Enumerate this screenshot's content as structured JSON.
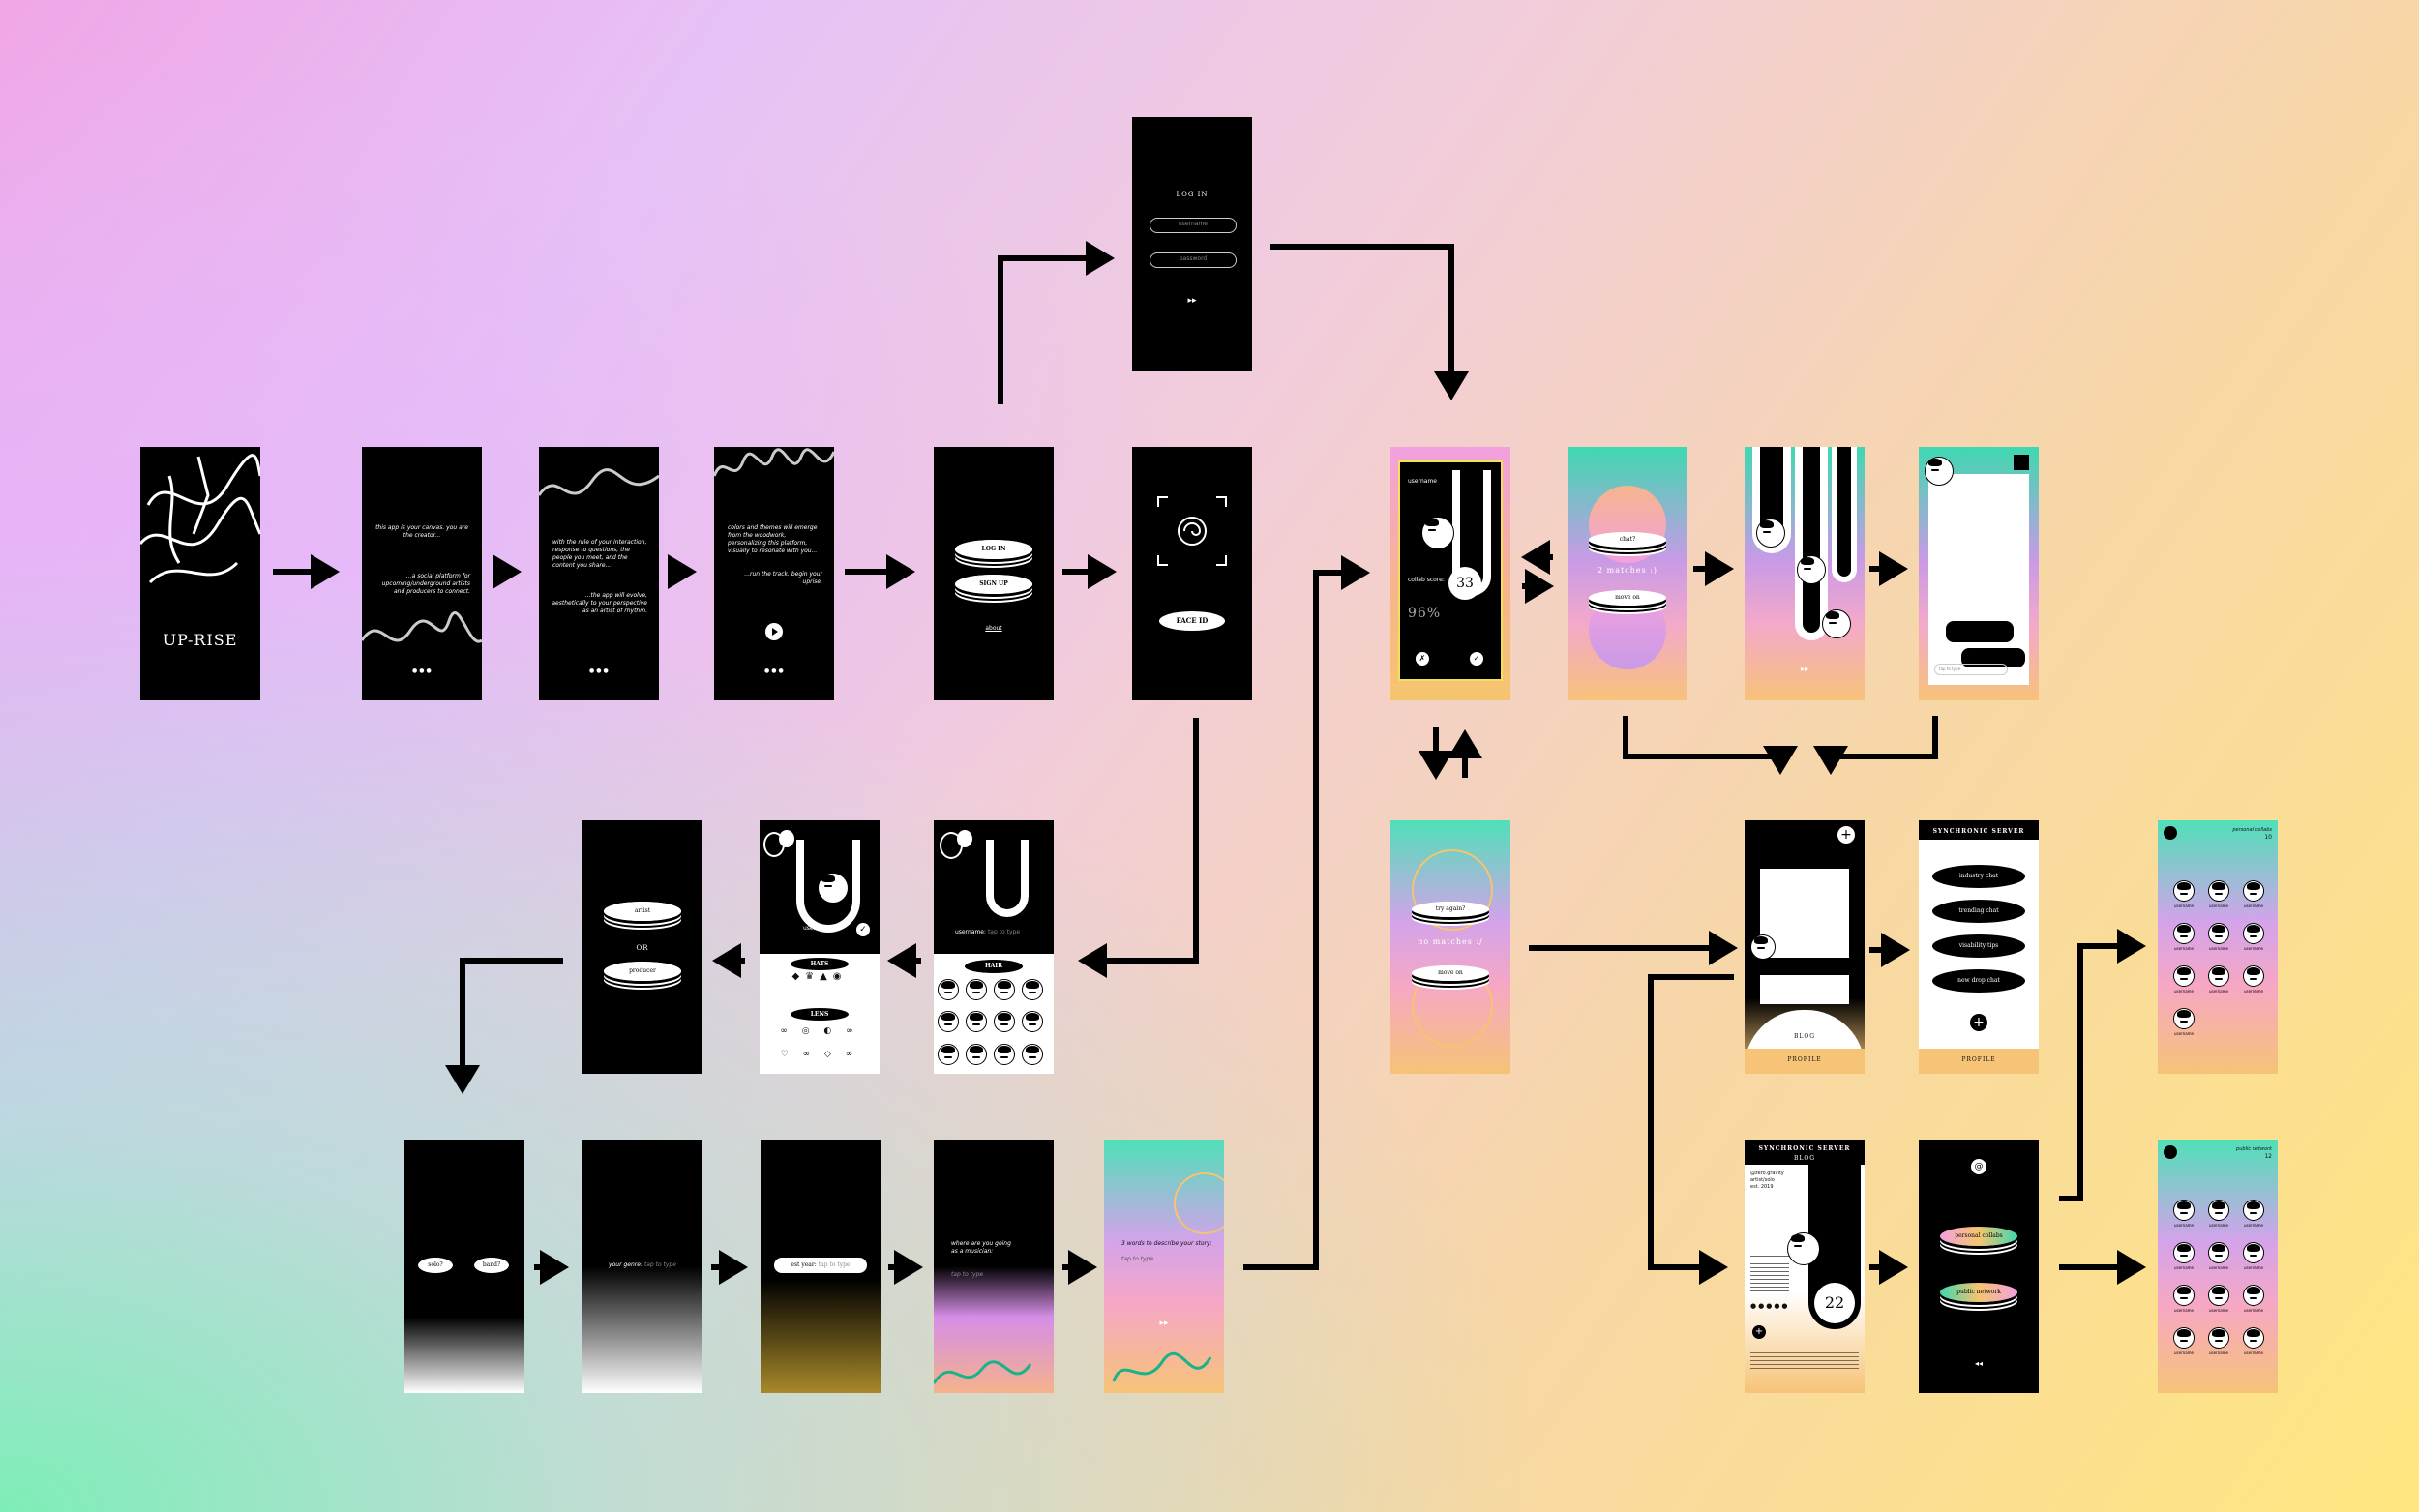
{
  "onboarding": {
    "splash_title": "UP-RISE",
    "intro1_top": "this app is your canvas. you are the creator...",
    "intro1_bottom": "...a social platform for upcoming/underground artists and producers to connect.",
    "intro2_top": "with the rule of your interaction, response to questions, the people you meet, and the content you share...",
    "intro2_bottom": "...the app will evolve, aesthetically to your perspective as an artist of rhythm.",
    "intro3_top": "colors and themes will emerge from the woodwork, personalizing this platform, visually to resonate with you...",
    "intro3_bottom": "...run the track. begin your uprise."
  },
  "auth": {
    "login_btn": "LOG IN",
    "signup_btn": "SIGN UP",
    "about_link": "about",
    "login_title": "LOG IN",
    "username_placeholder": "username",
    "password_placeholder": "password",
    "face_id_btn": "FACE ID"
  },
  "avatar": {
    "username_label": "username",
    "username_prompt": "username:",
    "tap_to_type": "tap to type",
    "hats_label": "HATS",
    "lens_label": "LENS",
    "hair_label": "HAIR"
  },
  "role": {
    "artist": "artist",
    "or": "OR",
    "producer": "producer"
  },
  "questions": {
    "solo": "solo?",
    "band": "band?",
    "genre": "your genre:",
    "tap_to_type": "tap to type",
    "est_year": "est year:",
    "musician_q": "where are you going as a musician:",
    "three_words": "3 words to describe your story:"
  },
  "match": {
    "username": "username",
    "collab_score_label": "collab score:",
    "score": "96%",
    "number": "33",
    "chat": "chat?",
    "matches": "2 matches :)",
    "move_on": "move on",
    "try_again": "try again?",
    "no_matches": "no matches :/"
  },
  "tap_to_type": "tap to type",
  "synchronic": {
    "title": "SYNCHRONIC SERVER",
    "items": [
      "industry chat",
      "trending chat",
      "visability tips",
      "new drop chat"
    ],
    "profile": "PROFILE",
    "blog": "BLOG"
  },
  "profile": {
    "handle": "@zero.gravity",
    "sub": "artist/solo",
    "est": "est. 2019",
    "number": "22"
  },
  "collabs": {
    "personal_collabs": "personal collabs",
    "personal_count": "10",
    "public_network": "public network",
    "public_count": "12",
    "user_label": "username"
  },
  "colors": {
    "accent_black": "#000000",
    "accent_white": "#ffffff"
  }
}
